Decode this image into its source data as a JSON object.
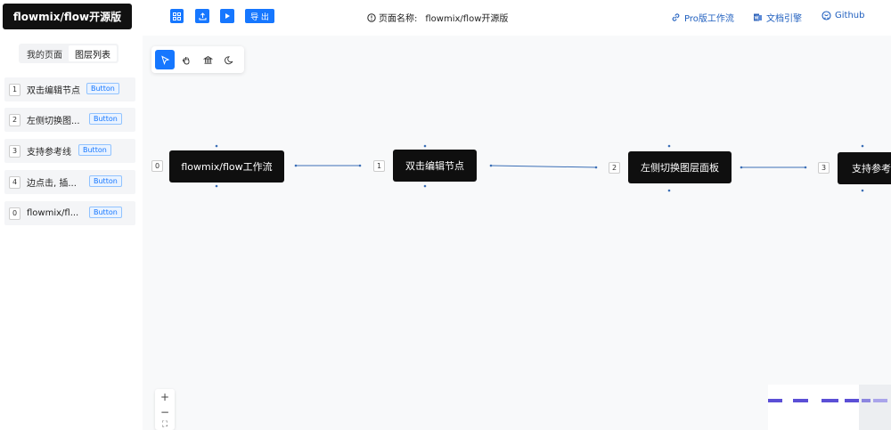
{
  "header": {
    "logo": "flowmix/flow开源版",
    "export_label": "导 出",
    "page_name_label": "页面名称:",
    "page_name_value": "flowmix/flow开源版",
    "links": {
      "pro": "Pro版工作流",
      "docs": "文档引擎",
      "github": "Github"
    },
    "icons": [
      "grid-icon",
      "upload-icon",
      "play-icon",
      "info-icon",
      "link-icon",
      "document-icon",
      "github-icon"
    ]
  },
  "sidebar": {
    "tabs": [
      "我的页面",
      "图层列表"
    ],
    "active_tab": 1,
    "items": [
      {
        "index": "1",
        "label": "双击编辑节点",
        "badge": "Button"
      },
      {
        "index": "2",
        "label": "左侧切换图...",
        "badge": "Button"
      },
      {
        "index": "3",
        "label": "支持参考线",
        "badge": "Button"
      },
      {
        "index": "4",
        "label": "边点击, 插...",
        "badge": "Button"
      },
      {
        "index": "0",
        "label": "flowmix/fl...",
        "badge": "Button"
      }
    ]
  },
  "canvas": {
    "toolbar": [
      "select-icon",
      "hand-icon",
      "bank-icon",
      "moon-icon"
    ],
    "active_tool": "select-icon",
    "nodes": [
      {
        "index": "0",
        "label": "flowmix/flow工作流"
      },
      {
        "index": "1",
        "label": "双击编辑节点"
      },
      {
        "index": "2",
        "label": "左侧切换图层面板"
      },
      {
        "index": "3",
        "label": "支持参考"
      }
    ],
    "zoom_controls": [
      "+",
      "−",
      "⛶"
    ]
  },
  "colors": {
    "accent": "#1677ff",
    "node_bg": "#0f0f0f",
    "canvas_bg": "#f8f9fa",
    "edge": "#3b6fb6",
    "minimap": "#5b4fd6"
  }
}
